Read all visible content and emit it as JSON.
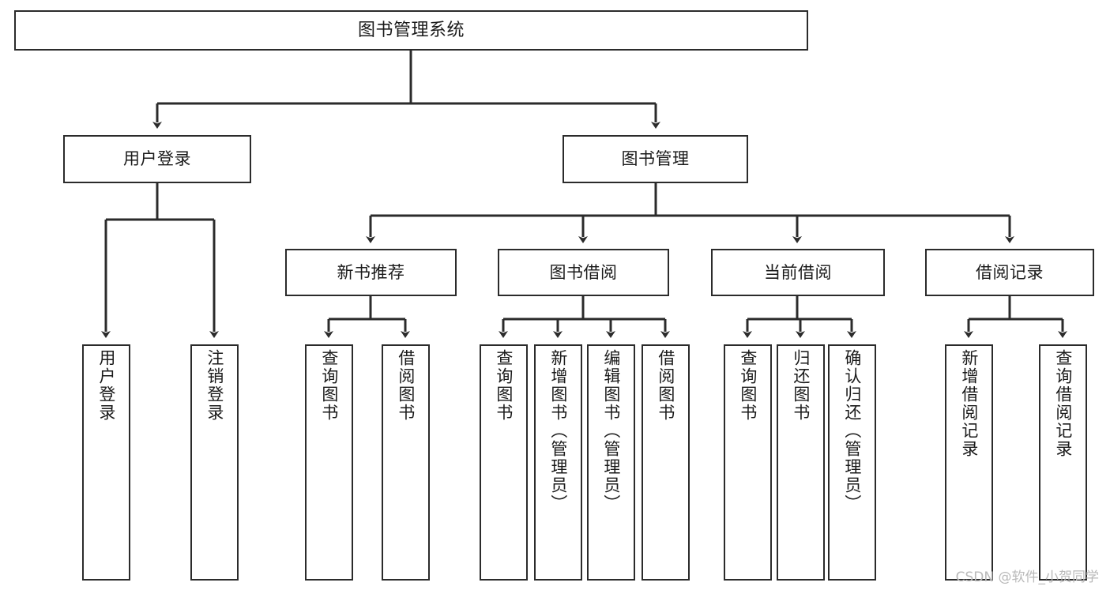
{
  "diagram": {
    "type": "tree",
    "title": "图书管理系统",
    "root": {
      "label": "图书管理系统"
    },
    "level1": [
      {
        "label": "用户登录"
      },
      {
        "label": "图书管理"
      }
    ],
    "level2": [
      {
        "label": "新书推荐"
      },
      {
        "label": "图书借阅"
      },
      {
        "label": "当前借阅"
      },
      {
        "label": "借阅记录"
      }
    ],
    "leaves": {
      "user_login": [
        {
          "label": "用户登录"
        },
        {
          "label": "注销登录"
        }
      ],
      "new_book_recommend": [
        {
          "label": "查询图书"
        },
        {
          "label": "借阅图书"
        }
      ],
      "book_borrow": [
        {
          "label": "查询图书"
        },
        {
          "label": "新增图书（管理员）"
        },
        {
          "label": "编辑图书（管理员）"
        },
        {
          "label": "借阅图书"
        }
      ],
      "current_borrow": [
        {
          "label": "查询图书"
        },
        {
          "label": "归还图书"
        },
        {
          "label": "确认归还（管理员）"
        }
      ],
      "borrow_record": [
        {
          "label": "新增借阅记录"
        },
        {
          "label": "查询借阅记录"
        }
      ]
    }
  },
  "watermark": {
    "text": "CSDN @软件_小贺同学"
  },
  "colors": {
    "background": "#ffffff",
    "box_fill": "#ffffff",
    "box_border": "#2b2b2b",
    "connector": "#2b2b2b",
    "text": "#1a1a1a",
    "watermark": "#b9b9b9"
  }
}
